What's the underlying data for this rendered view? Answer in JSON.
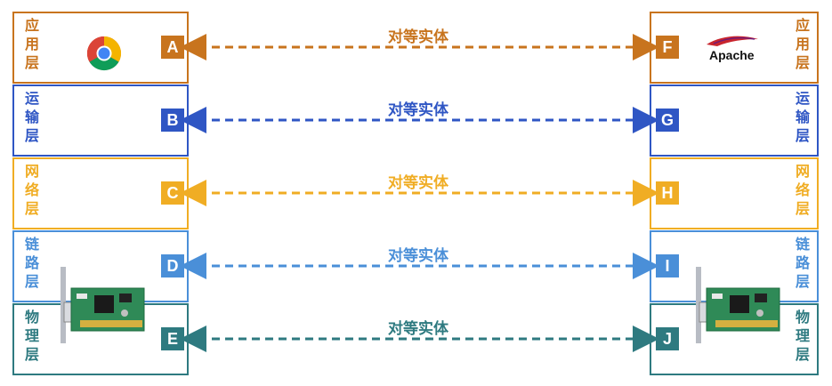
{
  "peer_label": "对等实体",
  "layers": [
    {
      "id": "app",
      "name_chars": [
        "应",
        "用",
        "层"
      ],
      "left_badge": "A",
      "right_badge": "F",
      "color": "#c8741e"
    },
    {
      "id": "transport",
      "name_chars": [
        "运",
        "输",
        "层"
      ],
      "left_badge": "B",
      "right_badge": "G",
      "color": "#2f56c4"
    },
    {
      "id": "network",
      "name_chars": [
        "网",
        "络",
        "层"
      ],
      "left_badge": "C",
      "right_badge": "H",
      "color": "#f0ad24"
    },
    {
      "id": "link",
      "name_chars": [
        "链",
        "路",
        "层"
      ],
      "left_badge": "D",
      "right_badge": "I",
      "color": "#4a8fd8"
    },
    {
      "id": "physical",
      "name_chars": [
        "物",
        "理",
        "层"
      ],
      "left_badge": "E",
      "right_badge": "J",
      "color": "#2e7a80"
    }
  ],
  "apache_label": "Apache",
  "icons": {
    "left_app": "chrome-icon",
    "right_app": "apache-feather-icon",
    "nic": "network-card-icon"
  }
}
